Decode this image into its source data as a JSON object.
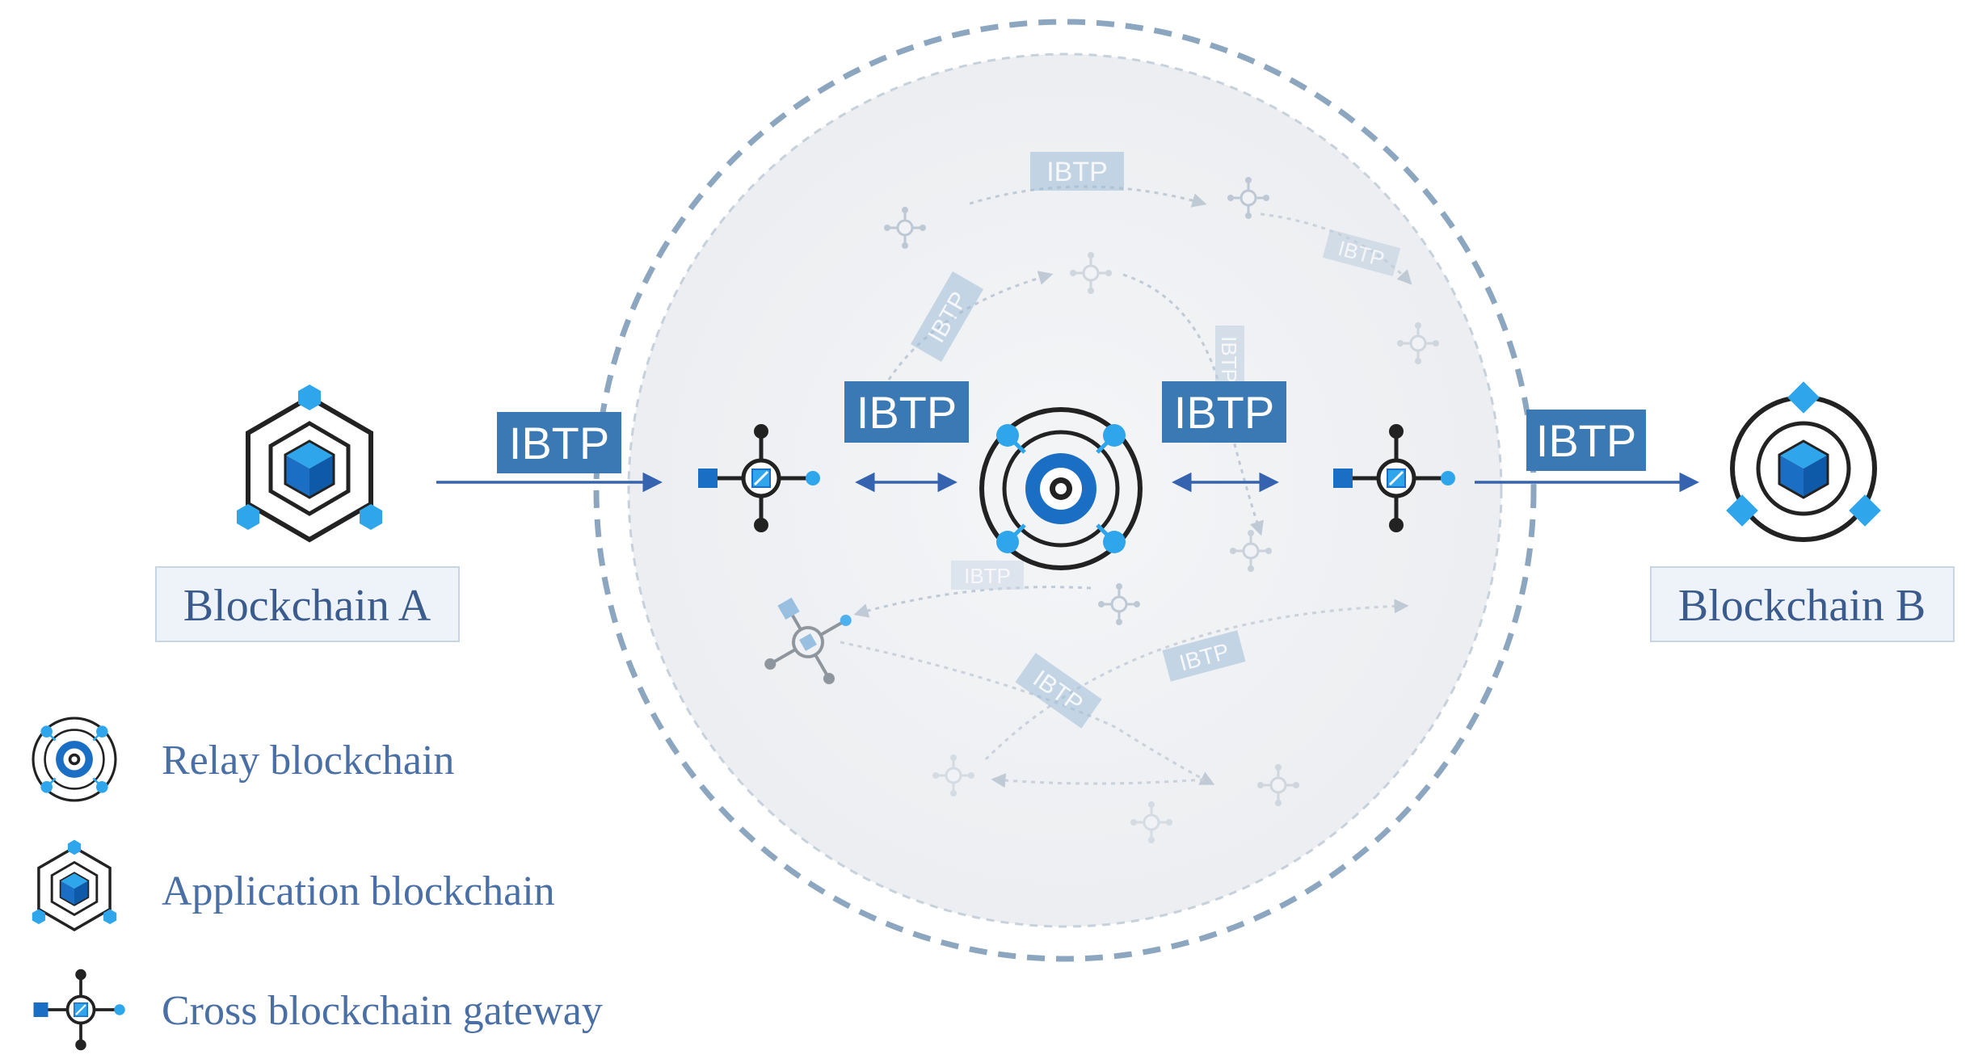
{
  "diagram": {
    "blockchain_a_label": "Blockchain A",
    "blockchain_b_label": "Blockchain B",
    "ibtp_label": "IBTP",
    "background_ibtp_label": "IBTP"
  },
  "legend": {
    "relay": "Relay blockchain",
    "application": "Application  blockchain",
    "gateway": "Cross blockchain gateway"
  },
  "colors": {
    "primary_blue": "#1a6fc4",
    "light_blue": "#2fa6ec",
    "ibtp_box": "#3a79b4",
    "dark": "#222222",
    "label_text": "#3a5b8c",
    "circle_dash": "#8ca6bf",
    "arrow": "#3563b0"
  },
  "icons": [
    "relay-blockchain-icon",
    "application-blockchain-icon",
    "cross-blockchain-gateway-icon"
  ]
}
